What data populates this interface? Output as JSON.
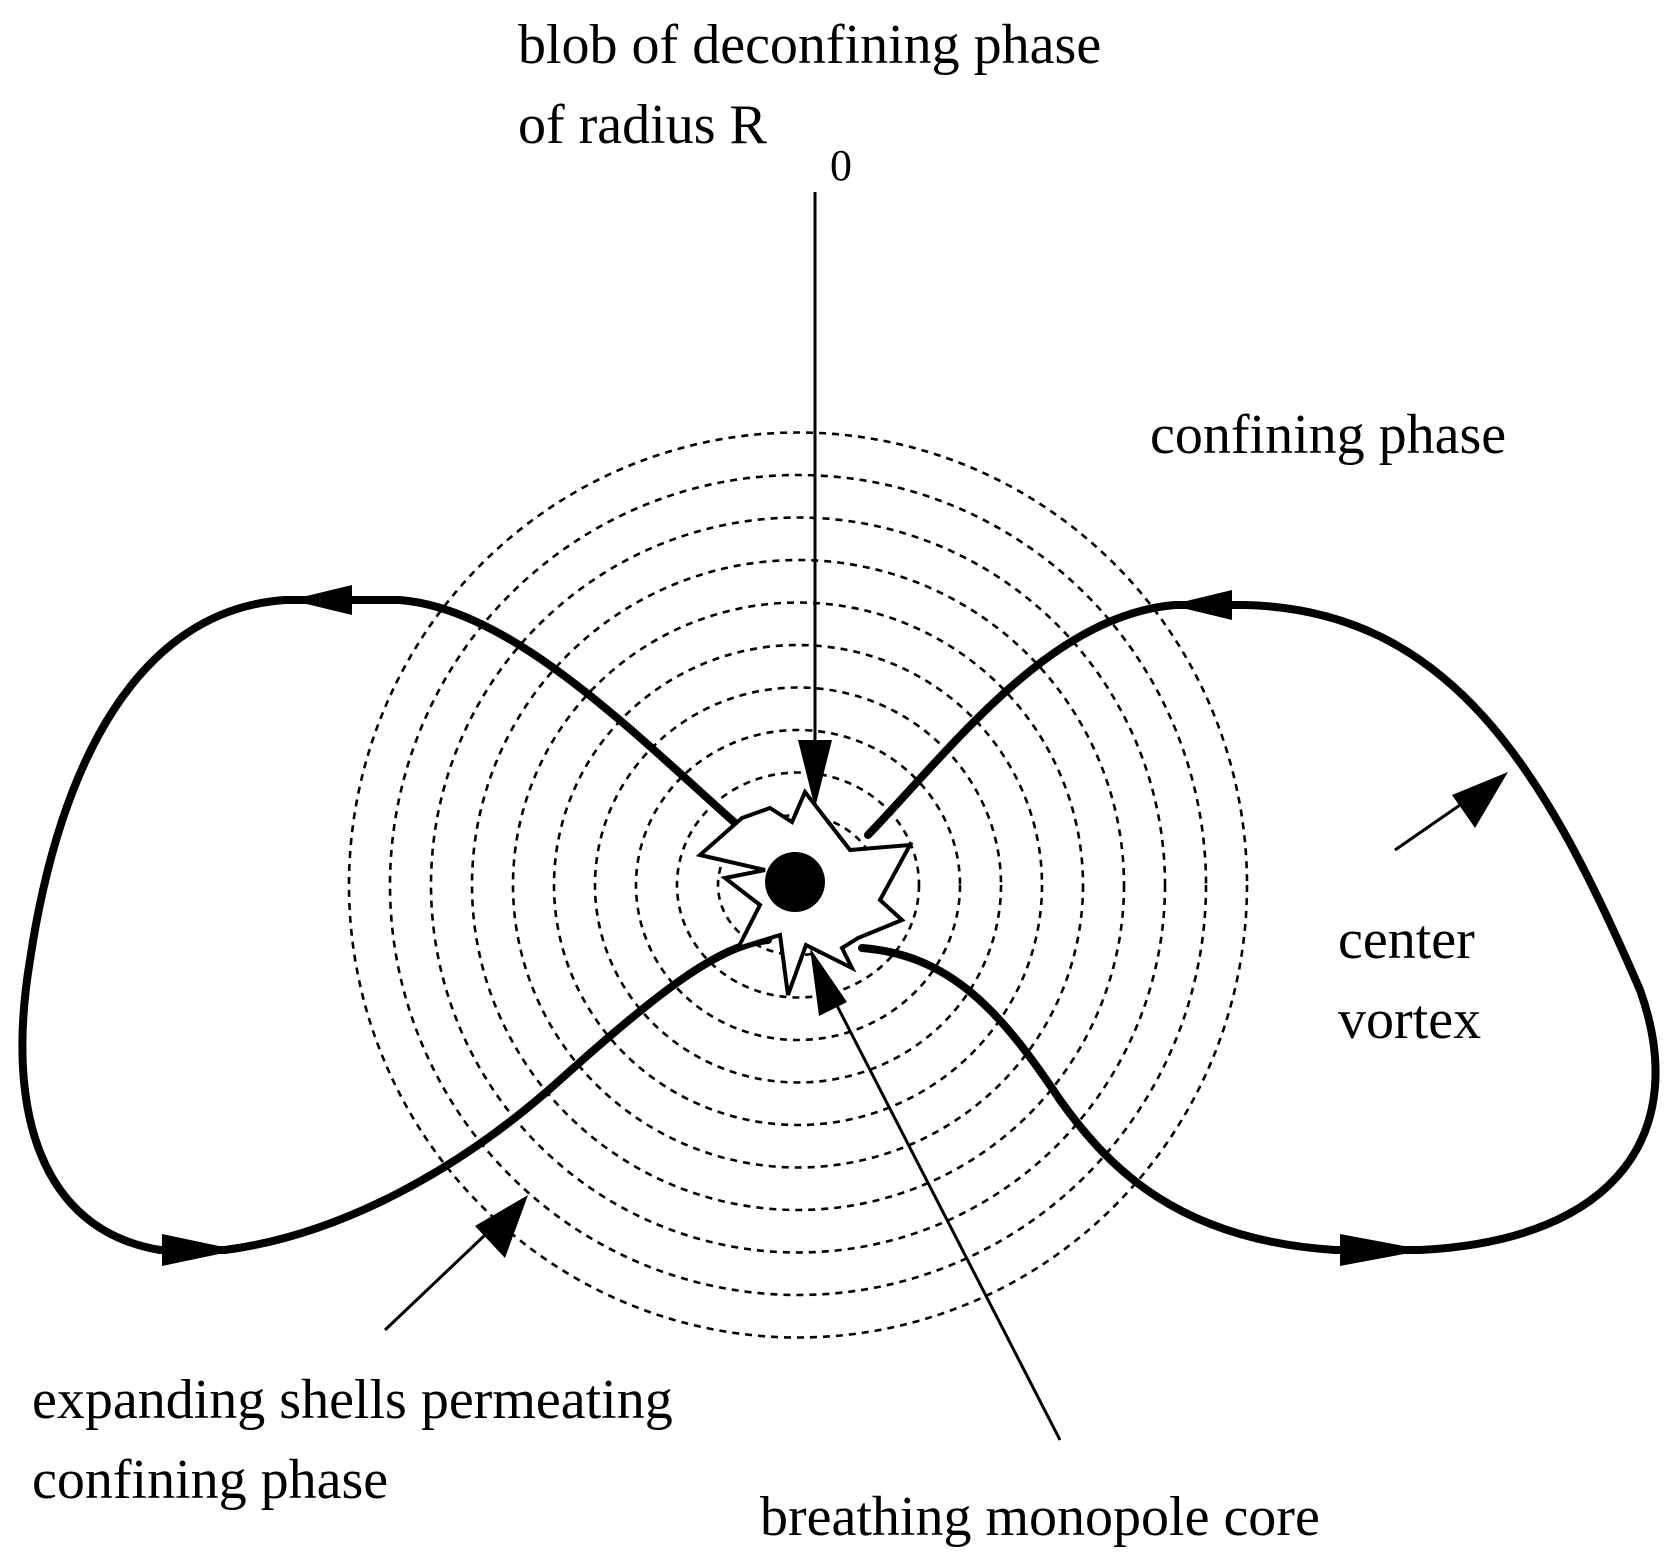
{
  "labels": {
    "blob_line1": "blob of deconfining phase",
    "blob_line2": "of radius R",
    "blob_subscript": "0",
    "confining_phase": "confining phase",
    "center_line1": "center",
    "center_line2": "vortex",
    "shells_line1": "expanding shells permeating",
    "shells_line2": "confining phase",
    "core": "breathing monopole core"
  },
  "colors": {
    "ink": "#000000",
    "background": "#ffffff"
  }
}
